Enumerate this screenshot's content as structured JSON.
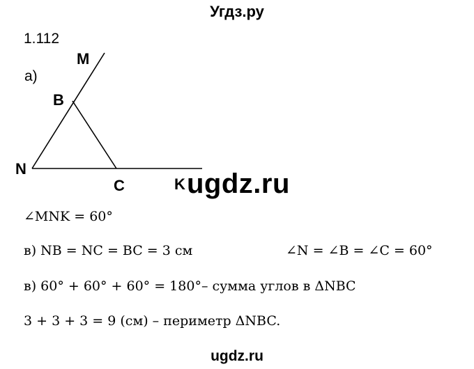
{
  "header": {
    "site_title": "Угдз.ру"
  },
  "problem": {
    "number": "1.112",
    "part": "а)"
  },
  "figure": {
    "points": {
      "M": "M",
      "B": "B",
      "N": "N",
      "C": "C",
      "K": "K"
    }
  },
  "watermark": "ugdz.ru",
  "lines": {
    "angle_mnk": "∠MNK = 60°",
    "equal_sides": "в) NB = NC = BC = 3 см",
    "equal_angles": "∠N = ∠B = ∠C = 60°",
    "angle_sum": "в) 60° + 60° + 60° = 180°– сумма углов в ΔNBC",
    "perimeter": "3 + 3 + 3 = 9 (см) – периметр ΔNBC."
  },
  "footer": {
    "site": "ugdz.ru"
  }
}
